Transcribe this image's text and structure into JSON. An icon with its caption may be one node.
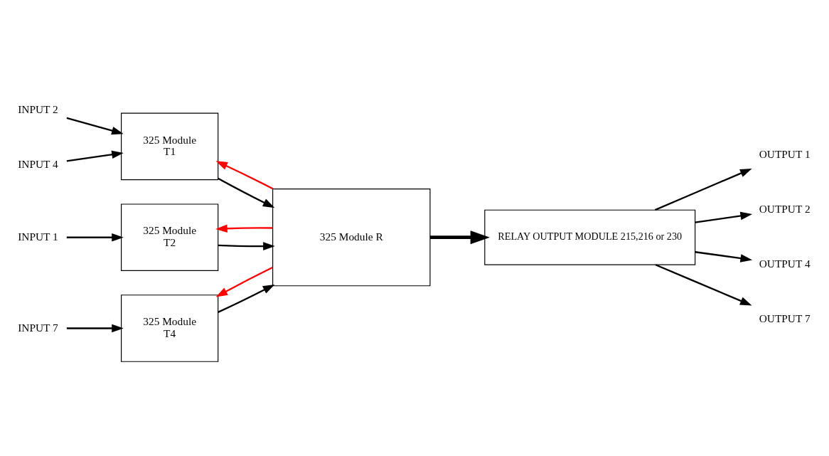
{
  "diagram": {
    "nodes": [
      {
        "text": [
          "INPUT 2"
        ]
      },
      {
        "text": [
          "INPUT 4"
        ]
      },
      {
        "text": [
          "325 Module",
          "T1"
        ]
      },
      {
        "text": [
          "INPUT 1"
        ]
      },
      {
        "text": [
          "325 Module",
          "T2"
        ]
      },
      {
        "text": [
          "325 Module R"
        ]
      },
      {
        "text": [
          "325 Module",
          "T4"
        ]
      },
      {
        "text": [
          "INPUT 7"
        ]
      },
      {
        "text": [
          "RELAY OUTPUT MODULE 215,216 or 230"
        ]
      },
      {
        "text": [
          "OUTPUT 1"
        ]
      },
      {
        "text": [
          "OUTPUT 2"
        ]
      },
      {
        "text": [
          "OUTPUT 4"
        ]
      },
      {
        "text": [
          "OUTPUT 7"
        ]
      }
    ],
    "edges": [
      {
        "from": 0,
        "to": 2,
        "arrow": "to"
      },
      {
        "from": 1,
        "to": 2,
        "arrow": "to"
      },
      {
        "from": 3,
        "to": 4,
        "arrow": "to"
      },
      {
        "from": 7,
        "to": 6,
        "arrow": "to"
      },
      {
        "from": 2,
        "to": 5,
        "arrow": "to"
      },
      {
        "from": 5,
        "to": 2,
        "arrow": "to",
        "color": "#ff0000"
      },
      {
        "from": 4,
        "to": 5,
        "arrow": "to"
      },
      {
        "from": 5,
        "to": 4,
        "arrow": "to",
        "color": "#ff0000"
      },
      {
        "from": 6,
        "to": 5,
        "arrow": "to"
      },
      {
        "from": 5,
        "to": 6,
        "arrow": "to",
        "color": "#ff0000"
      },
      {
        "from": 5,
        "to": 8,
        "arrow": "to",
        "style": "thick"
      },
      {
        "from": 8,
        "to": 9,
        "arrow": "to"
      },
      {
        "from": 8,
        "to": 10,
        "arrow": "to"
      },
      {
        "from": 8,
        "to": 11,
        "arrow": "to"
      },
      {
        "from": 8,
        "to": 12,
        "arrow": "to"
      }
    ]
  }
}
